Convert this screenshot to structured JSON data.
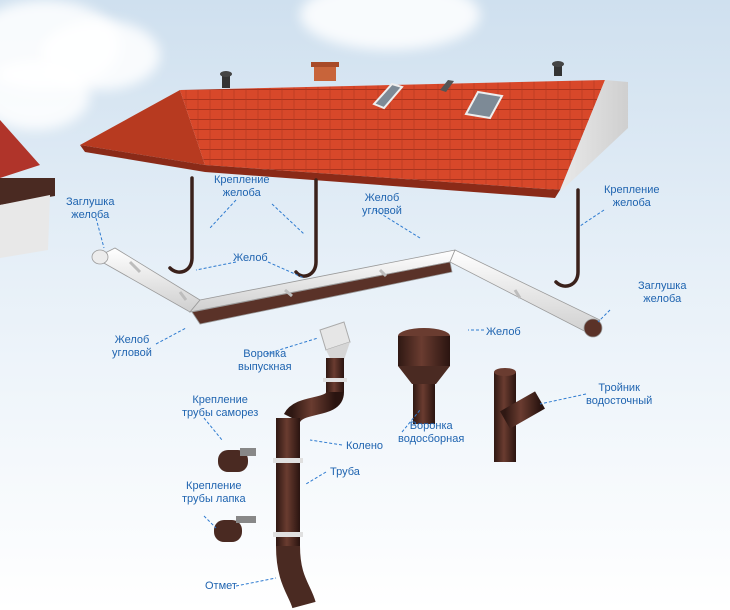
{
  "labels": {
    "gutter_cap_left": "Заглушка\nжелоба",
    "gutter_bracket_left": "Крепление\nжелоба",
    "gutter_corner_top": "Желоб\nугловой",
    "gutter_bracket_right": "Крепление\nжелоба",
    "gutter_top": "Желоб",
    "gutter_cap_right": "Заглушка\nжелоба",
    "gutter_corner_left": "Желоб\nугловой",
    "gutter_right": "Желоб",
    "outlet_funnel": "Воронка\nвыпускная",
    "pipe_clamp_screw": "Крепление\nтрубы саморез",
    "elbow": "Колено",
    "collector_funnel": "Воронка\nводосборная",
    "tee": "Тройник\nводосточный",
    "pipe": "Труба",
    "pipe_clamp_tab": "Крепление\nтрубы лапка",
    "outlet": "Отмет"
  },
  "colors": {
    "label_text": "#1f64b0",
    "leader_line": "#2e7bd0",
    "roof_tile": "#d8482a",
    "roof_tile_dark": "#a8331d",
    "gutter_white": "#f4f4f4",
    "pipe_brown": "#4a2a22"
  }
}
